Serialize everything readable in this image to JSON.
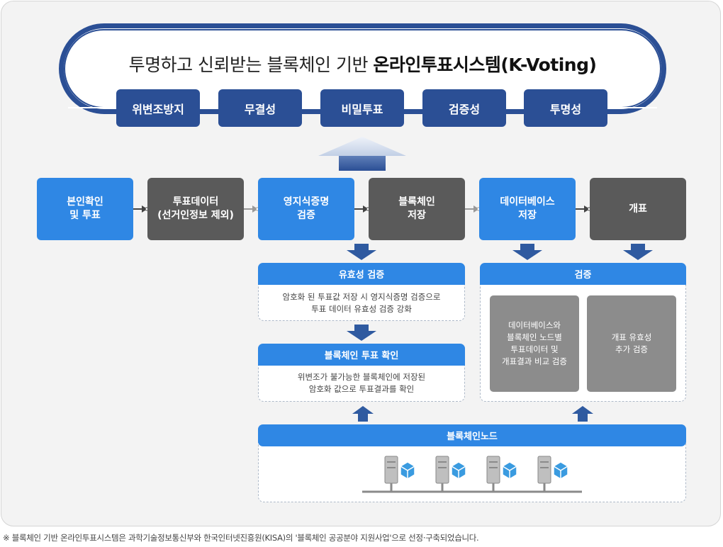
{
  "banner": {
    "title_regular": "투명하고 신뢰받는 블록체인 기반 ",
    "title_bold": "온라인투표시스템(K-Voting)"
  },
  "principles": [
    "위변조방지",
    "무결성",
    "비밀투표",
    "검증성",
    "투명성"
  ],
  "stages": [
    {
      "label": "본인확인\n및 투표",
      "color": "#2f87e4"
    },
    {
      "label": "투표데이터\n(선거인정보 제외)",
      "color": "#5a5a5a"
    },
    {
      "label": "영지식증명\n검증",
      "color": "#2f87e4"
    },
    {
      "label": "블록체인\n저장",
      "color": "#5a5a5a"
    },
    {
      "label": "데이터베이스\n저장",
      "color": "#2f87e4"
    },
    {
      "label": "개표",
      "color": "#5a5a5a"
    }
  ],
  "validity_card": {
    "title": "유효성 검증",
    "text": "암호화 된 투표값 저장 시 영지식증명 검증으로\n투표 데이터 유효성 검증 강화"
  },
  "blockchain_check_card": {
    "title": "블록체인 투표 확인",
    "text": "위변조가 불가능한 블록체인에 저장된\n암호화 값으로 투표결과를 확인"
  },
  "verification_card": {
    "title": "검증",
    "items": [
      "데이터베이스와\n블록체인 노드별\n투표데이터 및\n개표결과 비교 검증",
      "개표 유효성\n추가 검증"
    ]
  },
  "node_card": {
    "title": "블록체인노드",
    "node_count": 4,
    "icons": [
      "server-icon",
      "cube-icon"
    ]
  },
  "footnote": "※ 블록체인 기반 온라인투표시스템은 과학기술정보통신부와 한국인터넷진흥원(KISA)의 '블록체인 공공분야 지원사업'으로 선정·구축되었습니다.",
  "colors": {
    "navy": "#2b4f95",
    "blue": "#2f87e4",
    "dark_gray": "#5a5a5a",
    "light_gray": "#8c8c8c",
    "arrow_blue": "#2f5aa0",
    "cube_blue": "#3a9be0"
  }
}
